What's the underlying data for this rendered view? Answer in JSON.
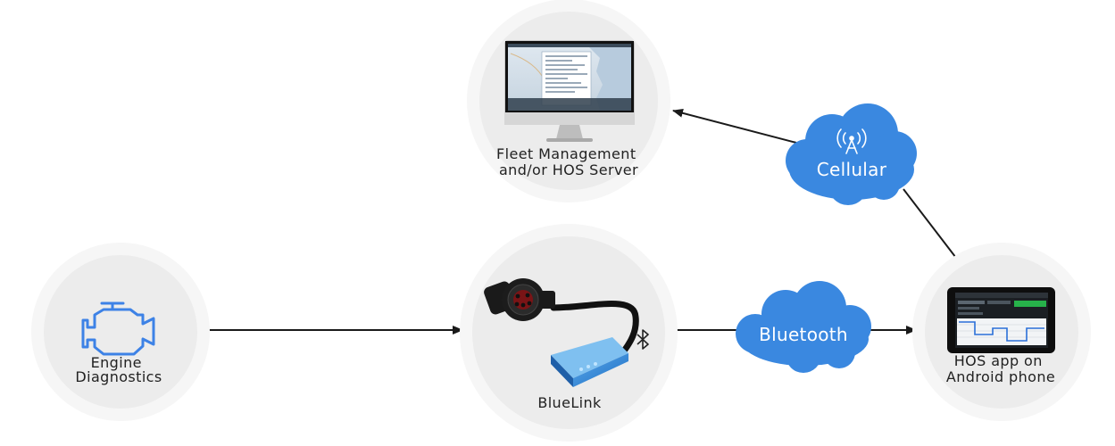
{
  "nodes": {
    "server": {
      "label_lines": [
        "Fleet Management",
        "and/or HOS Server"
      ]
    },
    "engine": {
      "label_lines": [
        "Engine",
        "Diagnostics"
      ]
    },
    "bluelink": {
      "label_lines": [
        "BlueLink"
      ]
    },
    "phone": {
      "label_lines": [
        "HOS app on",
        "Android phone"
      ]
    }
  },
  "clouds": {
    "cellular": {
      "label": "Cellular",
      "icon": "cell-tower-icon"
    },
    "bluetooth": {
      "label": "Bluetooth"
    }
  },
  "colors": {
    "cloud_blue": "#3a88e0",
    "engine_icon_blue": "#3d82e6",
    "disc_fill": "#ececec",
    "disc_ring": "#f6f6f6",
    "arrow": "#1a1a1a"
  }
}
